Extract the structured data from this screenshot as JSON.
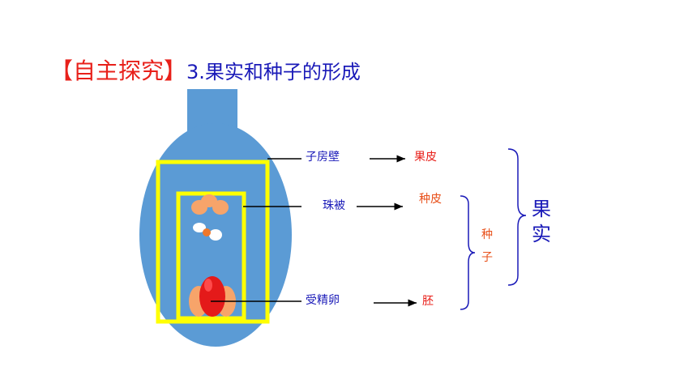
{
  "title": {
    "bracket_text": "【自主探究】",
    "subtitle": "3.果实和种子的形成"
  },
  "labels": {
    "ovary_wall": "子房壁",
    "pericarp": "果皮",
    "integument": "珠被",
    "seed_coat": "种皮",
    "fertilized_egg": "受精卵",
    "embryo": "胚",
    "seed_char1": "种",
    "seed_char2": "子",
    "fruit_char1": "果",
    "fruit_char2": "实"
  },
  "colors": {
    "ovary": "#5b9bd5",
    "frame": "#ffff00",
    "label_blue": "#1a1ab8",
    "label_red": "#e8201a",
    "label_orange": "#e8501a",
    "ovule": "#f7a46a",
    "egg": "#e41a1a"
  }
}
